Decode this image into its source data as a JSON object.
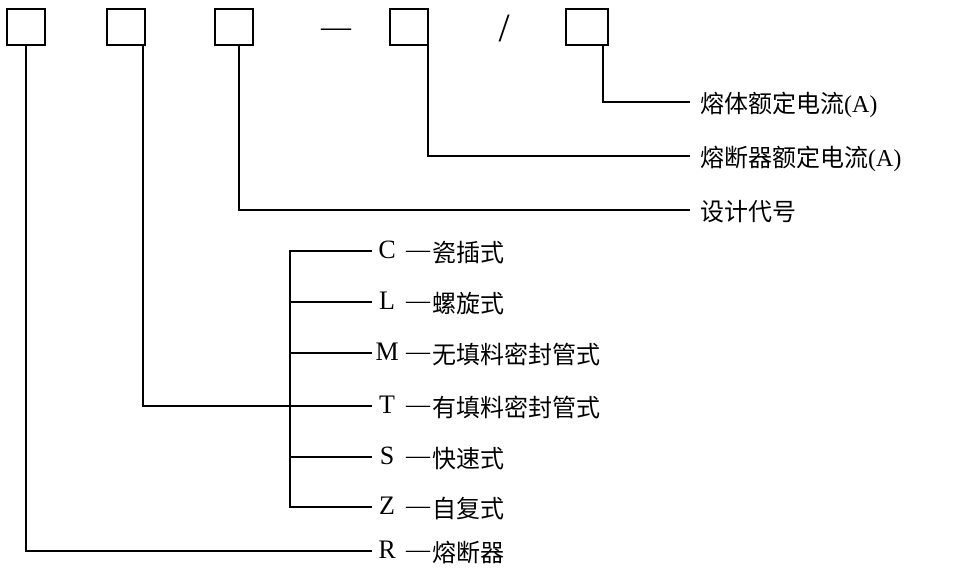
{
  "diagram": {
    "title": "fuse-model-designation-diagram",
    "separators": {
      "dash": "—",
      "slash": "/"
    },
    "right_labels": [
      "熔体额定电流(A)",
      "熔断器额定电流(A)",
      "设计代号"
    ],
    "type_rows": [
      {
        "code": "C",
        "dash": "—",
        "label": "瓷插式"
      },
      {
        "code": "L",
        "dash": "—",
        "label": "螺旋式"
      },
      {
        "code": "M",
        "dash": "—",
        "label": "无填料密封管式"
      },
      {
        "code": "T",
        "dash": "—",
        "label": "有填料密封管式"
      },
      {
        "code": "S",
        "dash": "—",
        "label": "快速式"
      },
      {
        "code": "Z",
        "dash": "—",
        "label": "自复式"
      }
    ],
    "base_row": {
      "code": "R",
      "dash": "—",
      "label": "熔断器"
    }
  }
}
